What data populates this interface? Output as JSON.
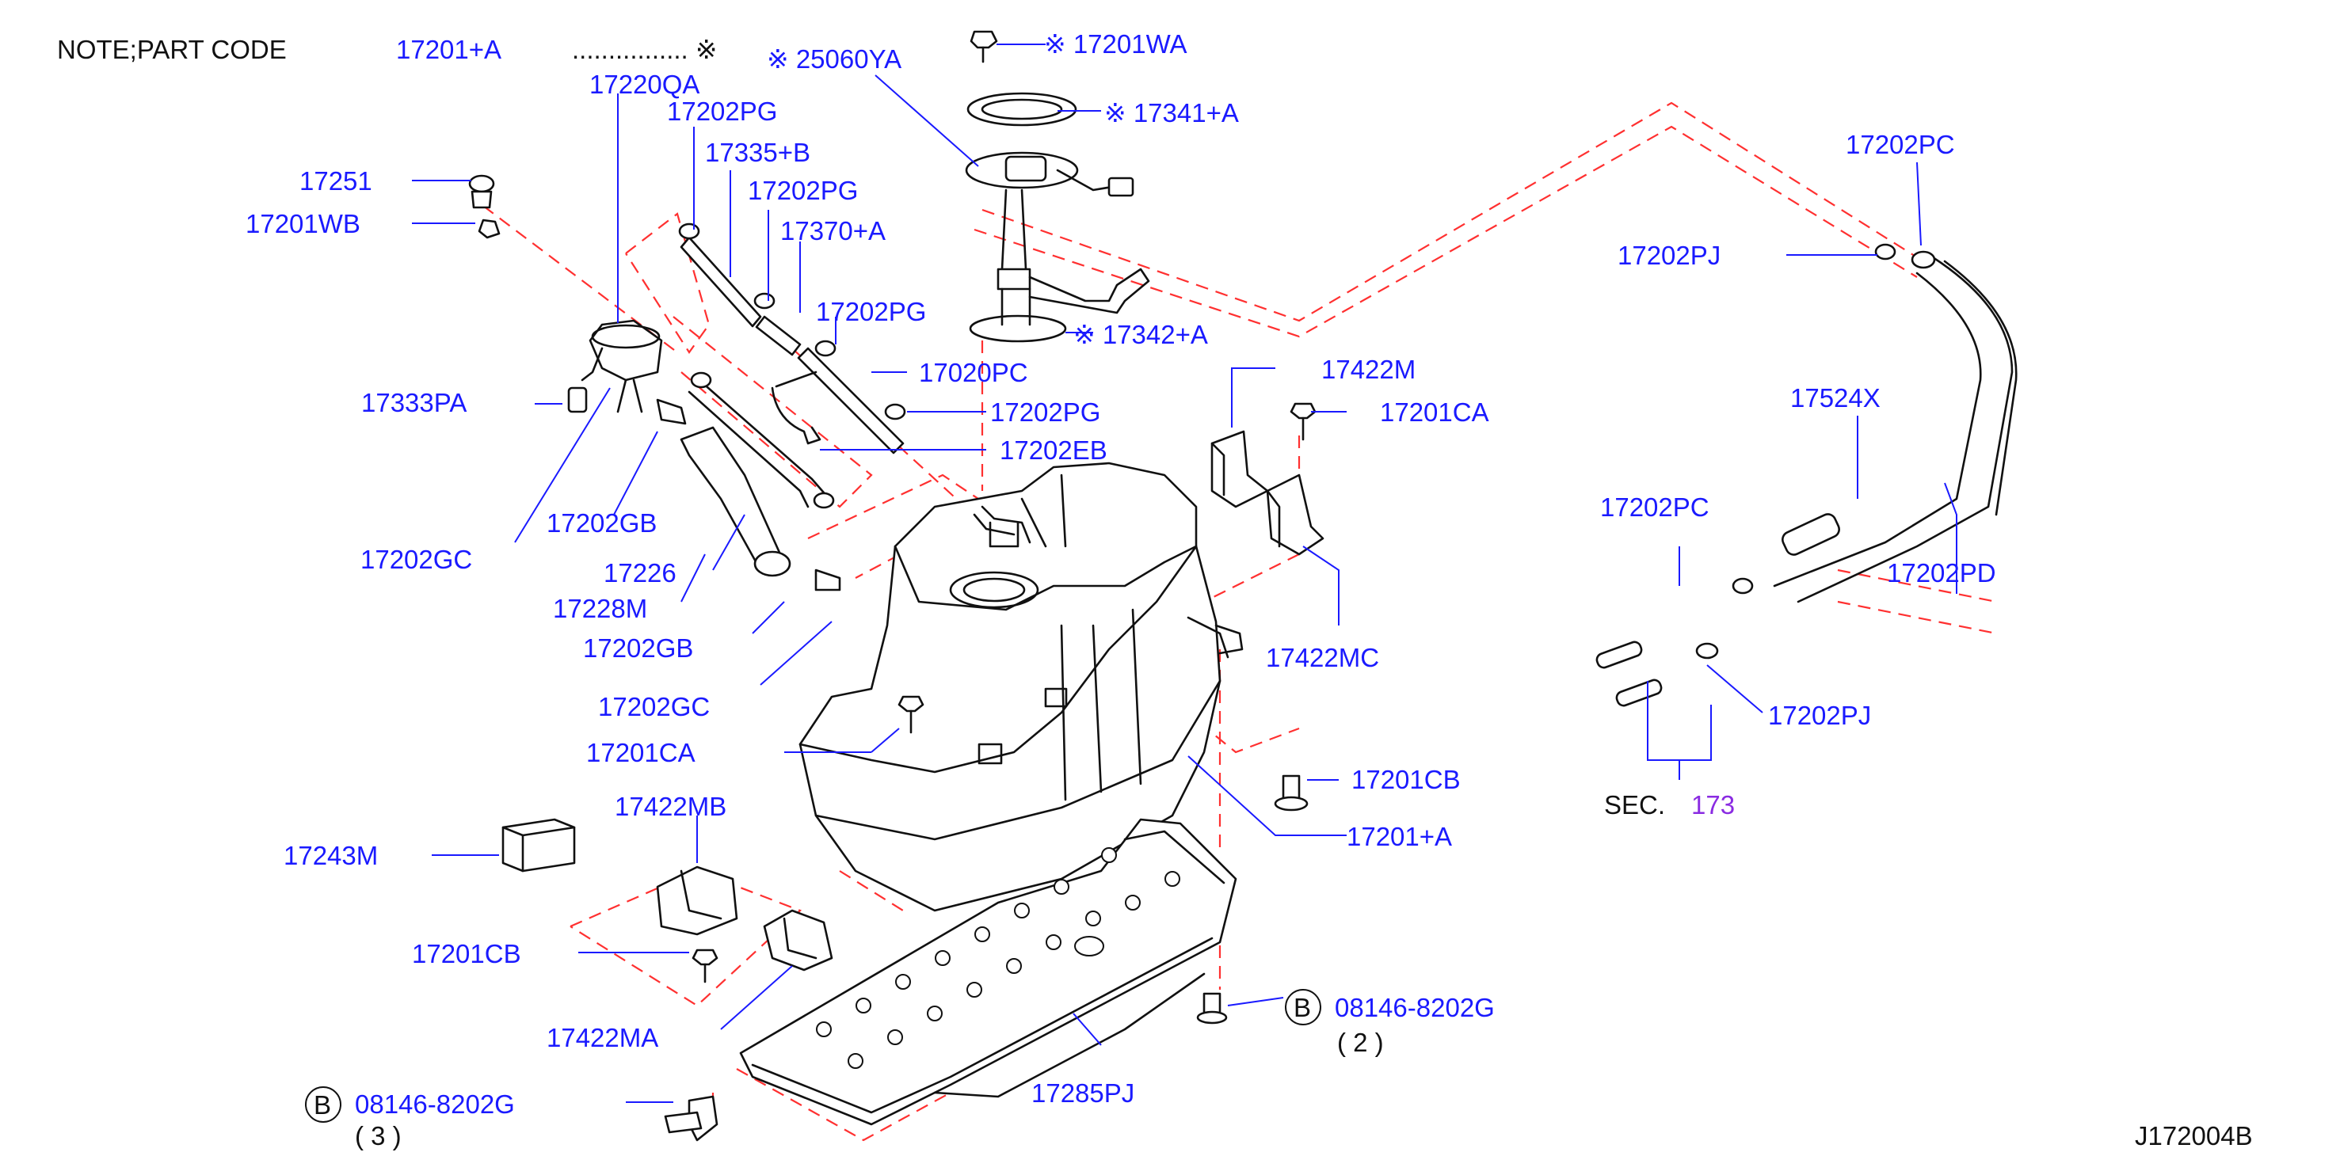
{
  "note": {
    "prefix": "NOTE;PART   CODE",
    "code": "17201+A",
    "dots": "................ ※"
  },
  "labels": {
    "p17220QA": "17220QA",
    "p25060YA": "※ 25060YA",
    "p17201WA": "※ 17201WA",
    "p17341A": "※ 17341+A",
    "p17202PG_1": "17202PG",
    "p17335B": "17335+B",
    "p17202PG_2": "17202PG",
    "p17370A": "17370+A",
    "p17202PG_3": "17202PG",
    "p17020PC": "17020PC",
    "p17342A": "※ 17342+A",
    "p17202PG_4": "17202PG",
    "p17202EB": "17202EB",
    "p17251": "17251",
    "p17201WB": "17201WB",
    "p17333PA": "17333PA",
    "p17202GB_1": "17202GB",
    "p17202GC_1": "17202GC",
    "p17226": "17226",
    "p17228": "17228M",
    "p17202GB_2": "17202GB",
    "p17202GC_2": "17202GC",
    "p17201CA_1": "17201CA",
    "p17422M": "17422M",
    "p17201CA_2": "17201CA",
    "p17422MC": "17422MC",
    "p17201CB_1": "17201CB",
    "p17201A": "17201+A",
    "p17243M": "17243M",
    "p17422MB": "17422MB",
    "p17201CB_2": "17201CB",
    "p17422MA": "17422MA",
    "p17285PJ": "17285PJ",
    "p17202PC_1": "17202PC",
    "p17202PJ_1": "17202PJ",
    "p17524X": "17524X",
    "p17202PC_2": "17202PC",
    "p17202PD": "17202PD",
    "p17202PJ_2": "17202PJ",
    "bolt_b_right": {
      "badge": "B",
      "code": "08146-8202G",
      "qty": "( 2 )"
    },
    "bolt_b_left": {
      "badge": "B",
      "code": "08146-8202G",
      "qty": "( 3 )"
    }
  },
  "sec": {
    "prefix": "SEC.",
    "link": "173"
  },
  "diagram_id": "J172004B",
  "colors": {
    "label": "#1a1aff",
    "dash": "#ff3030",
    "ink": "#111111",
    "link": "#8a2be2"
  }
}
